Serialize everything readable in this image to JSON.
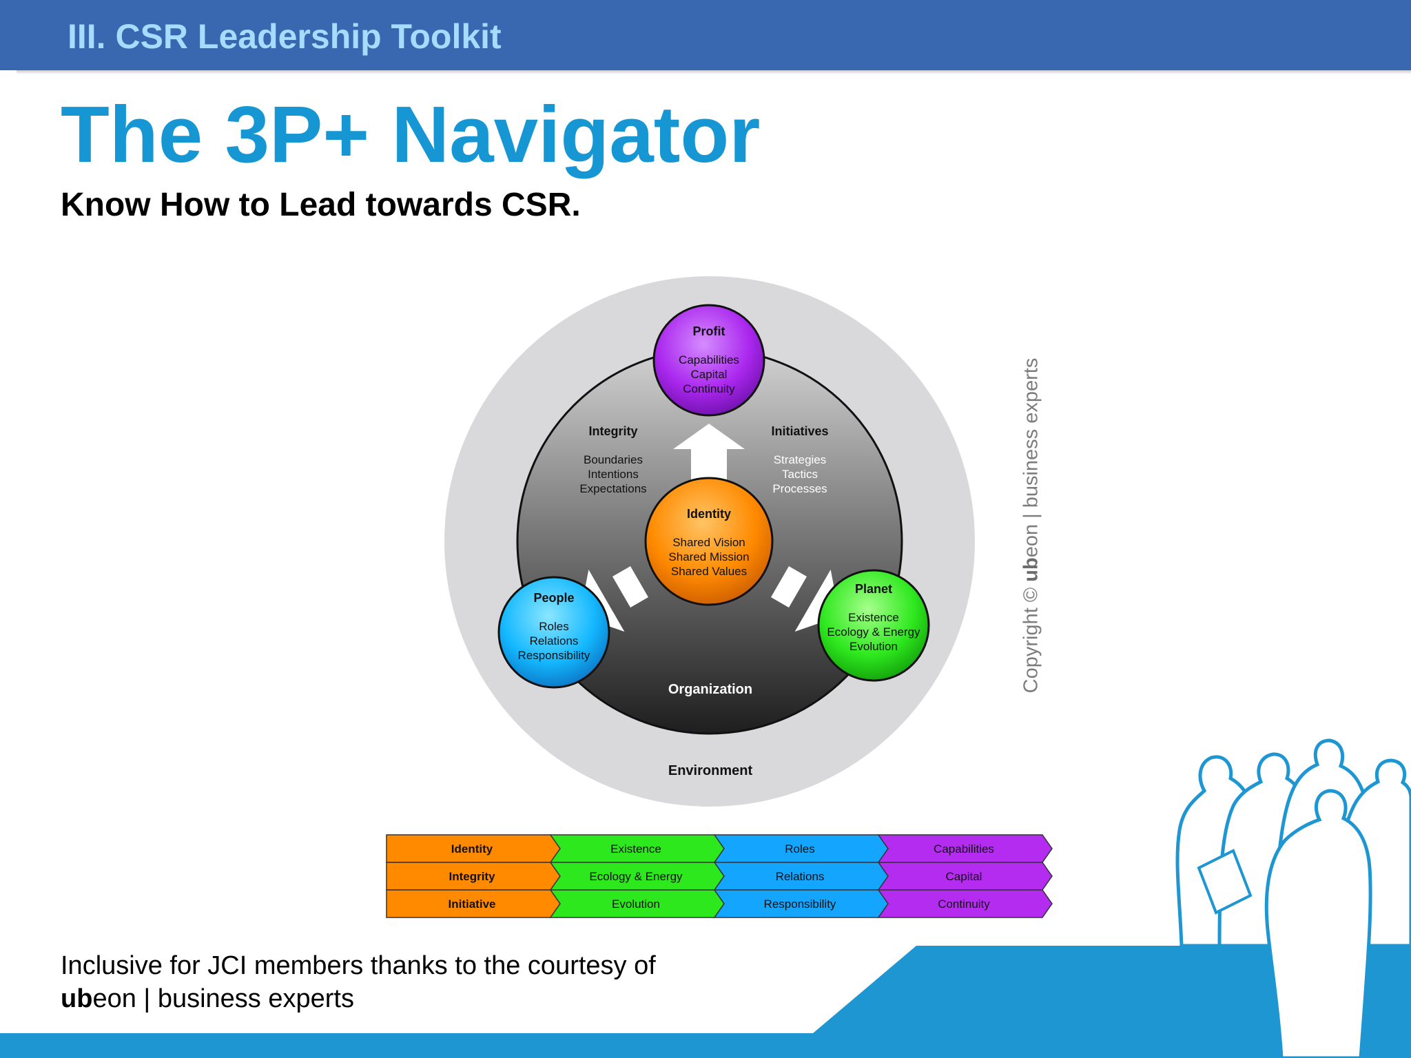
{
  "header": {
    "section_title": "III. CSR Leadership Toolkit"
  },
  "title": "The 3P+ Navigator",
  "subtitle": "Know How to Lead towards CSR.",
  "diagram": {
    "environment_label": "Environment",
    "organization_label": "Organization",
    "identity": {
      "title": "Identity",
      "items": [
        "Shared Vision",
        "Shared Mission",
        "Shared Values"
      ]
    },
    "profit": {
      "title": "Profit",
      "items": [
        "Capabilities",
        "Capital",
        "Continuity"
      ]
    },
    "people": {
      "title": "People",
      "items": [
        "Roles",
        "Relations",
        "Responsibility"
      ]
    },
    "planet": {
      "title": "Planet",
      "items": [
        "Existence",
        "Ecology & Energy",
        "Evolution"
      ]
    },
    "integrity": {
      "title": "Integrity",
      "items": [
        "Boundaries",
        "Intentions",
        "Expectations"
      ]
    },
    "initiatives": {
      "title": "Initiatives",
      "items": [
        "Strategies",
        "Tactics",
        "Processes"
      ]
    }
  },
  "matrix": {
    "columns": [
      {
        "color": "#ff8a00",
        "cells": [
          "Identity",
          "Integrity",
          "Initiative"
        ]
      },
      {
        "color": "#2ee81e",
        "cells": [
          "Existence",
          "Ecology & Energy",
          "Evolution"
        ]
      },
      {
        "color": "#14a6ff",
        "cells": [
          "Roles",
          "Relations",
          "Responsibility"
        ]
      },
      {
        "color": "#b42cf0",
        "cells": [
          "Capabilities",
          "Capital",
          "Continuity"
        ]
      }
    ]
  },
  "copyright": {
    "prefix": "Copyright © ",
    "brand_bold": "ub",
    "brand_rest": "eon | business experts"
  },
  "footer": {
    "line1": "Inclusive for JCI members thanks to the courtesy of",
    "brand_bold": "ub",
    "brand_rest": "eon | business experts"
  },
  "colors": {
    "header_bar": "#3a68b0",
    "title": "#1697d4",
    "accent_blue": "#1e96d2"
  }
}
